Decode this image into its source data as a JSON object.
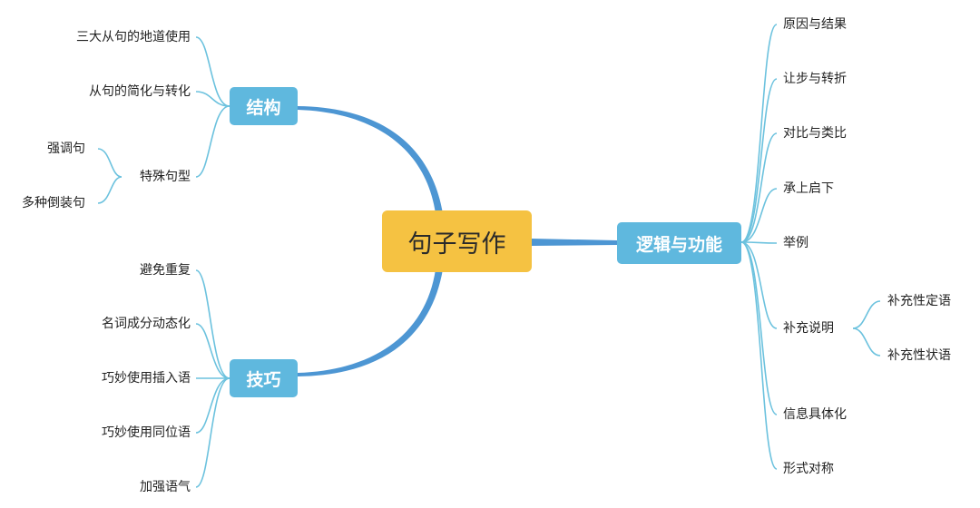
{
  "central": "句子写作",
  "colors": {
    "central_bg": "#f5c242",
    "main_bg": "#5fb8de",
    "trunk": "#4d96d3",
    "branch": "#6cc2de"
  },
  "structure": {
    "label": "结构",
    "items": [
      "三大从句的地道使用",
      "从句的简化与转化",
      "特殊句型"
    ],
    "special": {
      "label": "特殊句型",
      "items": [
        "强调句",
        "多种倒装句"
      ]
    }
  },
  "skills": {
    "label": "技巧",
    "items": [
      "避免重复",
      "名词成分动态化",
      "巧妙使用插入语",
      "巧妙使用同位语",
      "加强语气"
    ]
  },
  "logic": {
    "label": "逻辑与功能",
    "items": [
      "原因与结果",
      "让步与转折",
      "对比与类比",
      "承上启下",
      "举例",
      "补充说明",
      "信息具体化",
      "形式对称"
    ],
    "supplement": {
      "label": "补充说明",
      "items": [
        "补充性定语",
        "补充性状语"
      ]
    }
  }
}
